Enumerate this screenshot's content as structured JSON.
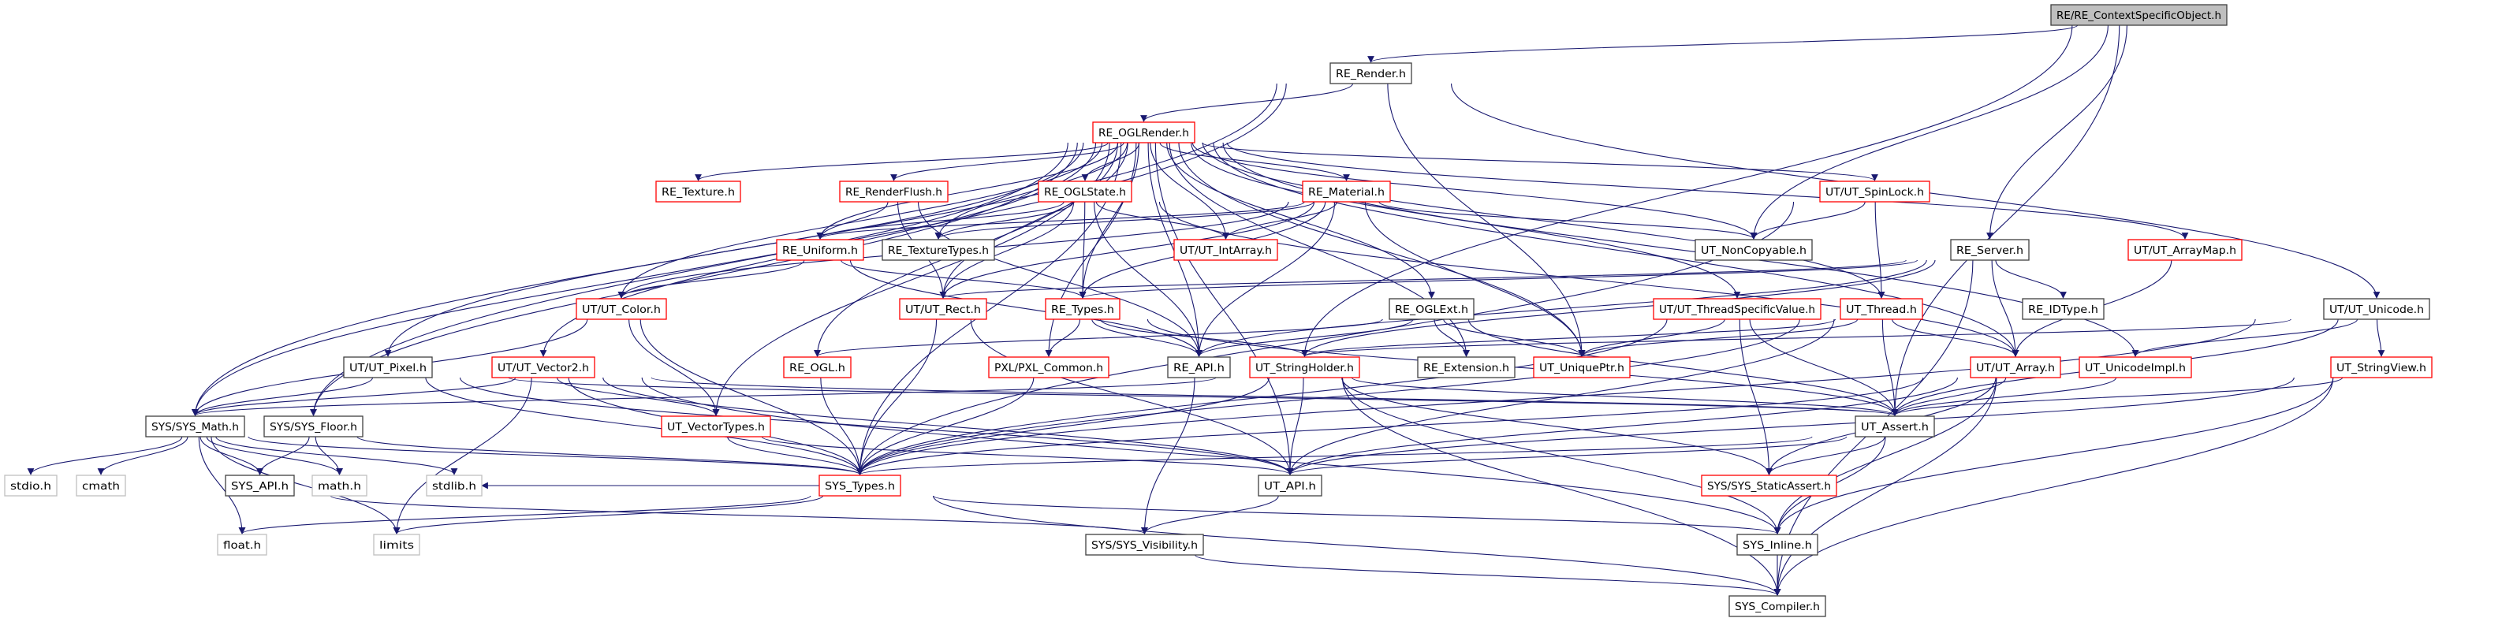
{
  "graph": {
    "type": "include-dependency-graph",
    "edge_color": "#191970",
    "node_styles": {
      "root": {
        "fill": "#bfbfbf",
        "stroke": "#404040"
      },
      "documented": {
        "fill": "#ffffff",
        "stroke": "#404040"
      },
      "truncated": {
        "fill": "#ffffff",
        "stroke": "#ff0000"
      },
      "external": {
        "fill": "#ffffff",
        "stroke": "#bfbfbf"
      }
    },
    "nodes": [
      {
        "id": "ctx",
        "label": "RE/RE_ContextSpecificObject.h",
        "style": "root"
      },
      {
        "id": "render",
        "label": "RE_Render.h",
        "style": "documented"
      },
      {
        "id": "oglrender",
        "label": "RE_OGLRender.h",
        "style": "truncated"
      },
      {
        "id": "texture",
        "label": "RE_Texture.h",
        "style": "truncated"
      },
      {
        "id": "renderflush",
        "label": "RE_RenderFlush.h",
        "style": "truncated"
      },
      {
        "id": "oglstate",
        "label": "RE_OGLState.h",
        "style": "truncated"
      },
      {
        "id": "material",
        "label": "RE_Material.h",
        "style": "truncated"
      },
      {
        "id": "spinlock",
        "label": "UT/UT_SpinLock.h",
        "style": "truncated"
      },
      {
        "id": "uniform",
        "label": "RE_Uniform.h",
        "style": "truncated"
      },
      {
        "id": "texturetypes",
        "label": "RE_TextureTypes.h",
        "style": "documented"
      },
      {
        "id": "intarray",
        "label": "UT/UT_IntArray.h",
        "style": "truncated"
      },
      {
        "id": "noncopyable",
        "label": "UT_NonCopyable.h",
        "style": "documented"
      },
      {
        "id": "server",
        "label": "RE_Server.h",
        "style": "documented"
      },
      {
        "id": "arraymap",
        "label": "UT/UT_ArrayMap.h",
        "style": "truncated"
      },
      {
        "id": "color",
        "label": "UT/UT_Color.h",
        "style": "truncated"
      },
      {
        "id": "rect",
        "label": "UT/UT_Rect.h",
        "style": "truncated"
      },
      {
        "id": "types",
        "label": "RE_Types.h",
        "style": "truncated"
      },
      {
        "id": "oglext",
        "label": "RE_OGLExt.h",
        "style": "documented"
      },
      {
        "id": "tsv",
        "label": "UT/UT_ThreadSpecificValue.h",
        "style": "truncated"
      },
      {
        "id": "thread",
        "label": "UT_Thread.h",
        "style": "truncated"
      },
      {
        "id": "idtype",
        "label": "RE_IDType.h",
        "style": "documented"
      },
      {
        "id": "unicode",
        "label": "UT/UT_Unicode.h",
        "style": "documented"
      },
      {
        "id": "pixel",
        "label": "UT/UT_Pixel.h",
        "style": "documented"
      },
      {
        "id": "vector2",
        "label": "UT/UT_Vector2.h",
        "style": "truncated"
      },
      {
        "id": "ogl",
        "label": "RE_OGL.h",
        "style": "truncated"
      },
      {
        "id": "pxl",
        "label": "PXL/PXL_Common.h",
        "style": "truncated"
      },
      {
        "id": "reapi",
        "label": "RE_API.h",
        "style": "documented"
      },
      {
        "id": "stringholder",
        "label": "UT_StringHolder.h",
        "style": "truncated"
      },
      {
        "id": "extension",
        "label": "RE_Extension.h",
        "style": "documented"
      },
      {
        "id": "uniqueptr",
        "label": "UT_UniquePtr.h",
        "style": "truncated"
      },
      {
        "id": "array",
        "label": "UT/UT_Array.h",
        "style": "truncated"
      },
      {
        "id": "unicodeimpl",
        "label": "UT_UnicodeImpl.h",
        "style": "truncated"
      },
      {
        "id": "stringview",
        "label": "UT_StringView.h",
        "style": "truncated"
      },
      {
        "id": "math",
        "label": "SYS/SYS_Math.h",
        "style": "documented"
      },
      {
        "id": "floor",
        "label": "SYS/SYS_Floor.h",
        "style": "documented"
      },
      {
        "id": "vectortypes",
        "label": "UT_VectorTypes.h",
        "style": "truncated"
      },
      {
        "id": "assert",
        "label": "UT_Assert.h",
        "style": "documented"
      },
      {
        "id": "stdio",
        "label": "stdio.h",
        "style": "external"
      },
      {
        "id": "cmath",
        "label": "cmath",
        "style": "external"
      },
      {
        "id": "sysapi",
        "label": "SYS_API.h",
        "style": "documented"
      },
      {
        "id": "mathh",
        "label": "math.h",
        "style": "external"
      },
      {
        "id": "stdlib",
        "label": "stdlib.h",
        "style": "external"
      },
      {
        "id": "systypes",
        "label": "SYS_Types.h",
        "style": "truncated"
      },
      {
        "id": "utapi",
        "label": "UT_API.h",
        "style": "documented"
      },
      {
        "id": "staticassert",
        "label": "SYS/SYS_StaticAssert.h",
        "style": "truncated"
      },
      {
        "id": "float",
        "label": "float.h",
        "style": "external"
      },
      {
        "id": "limits",
        "label": "limits",
        "style": "external"
      },
      {
        "id": "visibility",
        "label": "SYS/SYS_Visibility.h",
        "style": "documented"
      },
      {
        "id": "inline",
        "label": "SYS_Inline.h",
        "style": "documented"
      },
      {
        "id": "compiler",
        "label": "SYS_Compiler.h",
        "style": "documented"
      }
    ],
    "edges": [
      [
        "ctx",
        "render"
      ],
      [
        "ctx",
        "noncopyable"
      ],
      [
        "ctx",
        "server"
      ],
      [
        "ctx",
        "stringholder"
      ],
      [
        "ctx",
        "assert"
      ],
      [
        "render",
        "oglrender"
      ],
      [
        "render",
        "math"
      ],
      [
        "render",
        "floor"
      ],
      [
        "render",
        "unicode"
      ],
      [
        "render",
        "uniqueptr"
      ],
      [
        "oglrender",
        "texture"
      ],
      [
        "oglrender",
        "renderflush"
      ],
      [
        "oglrender",
        "oglstate"
      ],
      [
        "oglrender",
        "intarray"
      ],
      [
        "oglrender",
        "material"
      ],
      [
        "oglrender",
        "texturetypes"
      ],
      [
        "oglrender",
        "uniform"
      ],
      [
        "oglrender",
        "color"
      ],
      [
        "oglrender",
        "rect"
      ],
      [
        "oglrender",
        "types"
      ],
      [
        "oglrender",
        "pixel"
      ],
      [
        "oglrender",
        "vector2"
      ],
      [
        "oglrender",
        "ogl"
      ],
      [
        "oglrender",
        "math"
      ],
      [
        "oglrender",
        "floor"
      ],
      [
        "oglrender",
        "pxl"
      ],
      [
        "oglrender",
        "reapi"
      ],
      [
        "oglrender",
        "extension"
      ],
      [
        "oglrender",
        "uniqueptr"
      ],
      [
        "oglrender",
        "oglext"
      ],
      [
        "oglrender",
        "noncopyable"
      ],
      [
        "oglrender",
        "spinlock"
      ],
      [
        "oglrender",
        "arraymap"
      ],
      [
        "oglrender",
        "tsv"
      ],
      [
        "oglrender",
        "thread"
      ],
      [
        "oglrender",
        "array"
      ],
      [
        "oglrender",
        "unicodeimpl"
      ],
      [
        "oglrender",
        "vectortypes"
      ],
      [
        "oglrender",
        "systypes"
      ],
      [
        "oglrender",
        "utapi"
      ],
      [
        "renderflush",
        "uniform"
      ],
      [
        "renderflush",
        "rect"
      ],
      [
        "renderflush",
        "reapi"
      ],
      [
        "oglstate",
        "texturetypes"
      ],
      [
        "oglstate",
        "intarray"
      ],
      [
        "oglstate",
        "types"
      ],
      [
        "oglstate",
        "rect"
      ],
      [
        "oglstate",
        "reapi"
      ],
      [
        "oglstate",
        "array"
      ],
      [
        "oglstate",
        "uniform"
      ],
      [
        "material",
        "texturetypes"
      ],
      [
        "material",
        "intarray"
      ],
      [
        "material",
        "types"
      ],
      [
        "material",
        "rect"
      ],
      [
        "material",
        "noncopyable"
      ],
      [
        "material",
        "reapi"
      ],
      [
        "material",
        "uniqueptr"
      ],
      [
        "material",
        "color"
      ],
      [
        "material",
        "uniform"
      ],
      [
        "uniform",
        "color"
      ],
      [
        "uniform",
        "types"
      ],
      [
        "uniform",
        "reapi"
      ],
      [
        "spinlock",
        "noncopyable"
      ],
      [
        "spinlock",
        "thread"
      ],
      [
        "spinlock",
        "systypes"
      ],
      [
        "server",
        "idtype"
      ],
      [
        "server",
        "array"
      ],
      [
        "server",
        "reapi"
      ],
      [
        "server",
        "types"
      ],
      [
        "server",
        "rect"
      ],
      [
        "server",
        "compiler"
      ],
      [
        "server",
        "stringholder"
      ],
      [
        "arraymap",
        "array"
      ],
      [
        "color",
        "vectortypes"
      ],
      [
        "color",
        "systypes"
      ],
      [
        "color",
        "math"
      ],
      [
        "rect",
        "systypes"
      ],
      [
        "rect",
        "utapi"
      ],
      [
        "types",
        "pxl"
      ],
      [
        "types",
        "reapi"
      ],
      [
        "types",
        "stringholder"
      ],
      [
        "types",
        "assert"
      ],
      [
        "oglext",
        "reapi"
      ],
      [
        "oglext",
        "extension"
      ],
      [
        "oglext",
        "uniqueptr"
      ],
      [
        "oglext",
        "assert"
      ],
      [
        "oglext",
        "ogl"
      ],
      [
        "tsv",
        "uniqueptr"
      ],
      [
        "tsv",
        "assert"
      ],
      [
        "tsv",
        "staticassert"
      ],
      [
        "tsv",
        "systypes"
      ],
      [
        "thread",
        "array"
      ],
      [
        "thread",
        "assert"
      ],
      [
        "thread",
        "utapi"
      ],
      [
        "thread",
        "systypes"
      ],
      [
        "thread",
        "uniqueptr"
      ],
      [
        "thread",
        "stringholder"
      ],
      [
        "unicode",
        "stringview"
      ],
      [
        "unicode",
        "unicodeimpl"
      ],
      [
        "unicode",
        "assert"
      ],
      [
        "unicode",
        "systypes"
      ],
      [
        "unicode",
        "stringholder"
      ],
      [
        "pixel",
        "math"
      ],
      [
        "pixel",
        "systypes"
      ],
      [
        "pixel",
        "utapi"
      ],
      [
        "pixel",
        "assert"
      ],
      [
        "vector2",
        "math"
      ],
      [
        "vector2",
        "vectortypes"
      ],
      [
        "vector2",
        "systypes"
      ],
      [
        "vector2",
        "utapi"
      ],
      [
        "vector2",
        "limits"
      ],
      [
        "vector2",
        "assert"
      ],
      [
        "vector2",
        "inline"
      ],
      [
        "ogl",
        "systypes"
      ],
      [
        "pxl",
        "systypes"
      ],
      [
        "reapi",
        "visibility"
      ],
      [
        "stringholder",
        "utapi"
      ],
      [
        "stringholder",
        "systypes"
      ],
      [
        "stringholder",
        "assert"
      ],
      [
        "stringholder",
        "compiler"
      ],
      [
        "stringholder",
        "staticassert"
      ],
      [
        "stringholder",
        "inline"
      ],
      [
        "stringholder",
        "math"
      ],
      [
        "array",
        "assert"
      ],
      [
        "array",
        "systypes"
      ],
      [
        "array",
        "utapi"
      ],
      [
        "array",
        "inline"
      ],
      [
        "array",
        "compiler"
      ],
      [
        "array",
        "staticassert"
      ],
      [
        "unicodeimpl",
        "assert"
      ],
      [
        "stringview",
        "assert"
      ],
      [
        "stringview",
        "inline"
      ],
      [
        "stringview",
        "compiler"
      ],
      [
        "stringview",
        "utapi"
      ],
      [
        "math",
        "stdio"
      ],
      [
        "math",
        "cmath"
      ],
      [
        "math",
        "sysapi"
      ],
      [
        "math",
        "mathh"
      ],
      [
        "math",
        "stdlib"
      ],
      [
        "math",
        "float"
      ],
      [
        "math",
        "limits"
      ],
      [
        "math",
        "systypes"
      ],
      [
        "floor",
        "sysapi"
      ],
      [
        "floor",
        "mathh"
      ],
      [
        "floor",
        "systypes"
      ],
      [
        "vectortypes",
        "systypes"
      ],
      [
        "vectortypes",
        "utapi"
      ],
      [
        "systypes",
        "stdlib"
      ],
      [
        "systypes",
        "float"
      ],
      [
        "systypes",
        "limits"
      ],
      [
        "systypes",
        "inline"
      ],
      [
        "systypes",
        "compiler"
      ],
      [
        "sysapi",
        "visibility"
      ],
      [
        "utapi",
        "visibility"
      ],
      [
        "assert",
        "systypes"
      ],
      [
        "assert",
        "utapi"
      ],
      [
        "assert",
        "staticassert"
      ],
      [
        "assert",
        "inline"
      ],
      [
        "visibility",
        "compiler"
      ],
      [
        "inline",
        "compiler"
      ]
    ]
  }
}
